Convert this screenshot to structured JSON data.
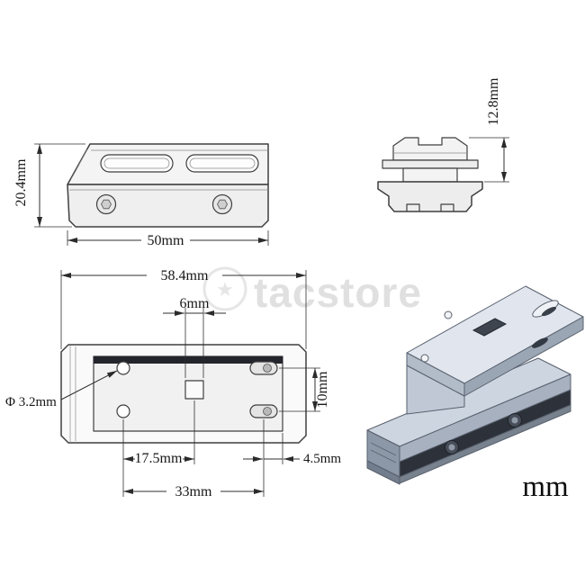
{
  "watermark": "tacstore",
  "unit_label": "mm",
  "views": {
    "side": {
      "height": "20.4mm",
      "width": "50mm"
    },
    "front": {
      "height": "12.8mm"
    },
    "top": {
      "overall_width": "58.4mm",
      "square": "6mm",
      "hole": "Φ 3.2mm",
      "slot_spacing": "10mm",
      "hole_to_center": "17.5mm",
      "slot_to_edge": "4.5mm",
      "hole_to_slot": "33mm"
    }
  }
}
